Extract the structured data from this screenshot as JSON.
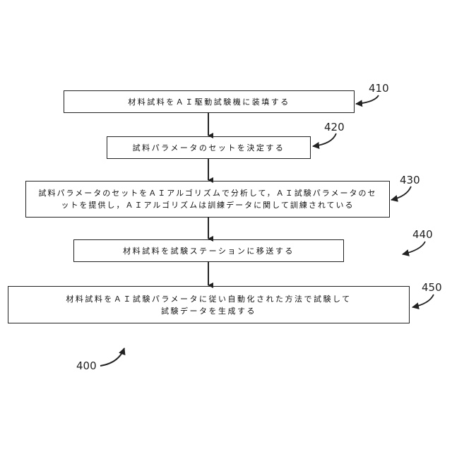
{
  "steps": [
    {
      "id": "410",
      "lines": [
        "材料試料をＡＩ駆動試験機に装填する"
      ]
    },
    {
      "id": "420",
      "lines": [
        "試料パラメータのセットを決定する"
      ]
    },
    {
      "id": "430",
      "lines": [
        "試料パラメータのセットをＡＩアルゴリズムで分析して，ＡＩ試験パラメータのセ",
        "ットを提供し，ＡＩアルゴリズムは訓練データに関して訓練されている"
      ]
    },
    {
      "id": "440",
      "lines": [
        "材料試料を試験ステーションに移送する"
      ]
    },
    {
      "id": "450",
      "lines": [
        "材料試料をＡＩ試験パラメータに従い自動化された方法で試験して",
        "試験データを生成する"
      ]
    }
  ],
  "figure_ref": "400"
}
